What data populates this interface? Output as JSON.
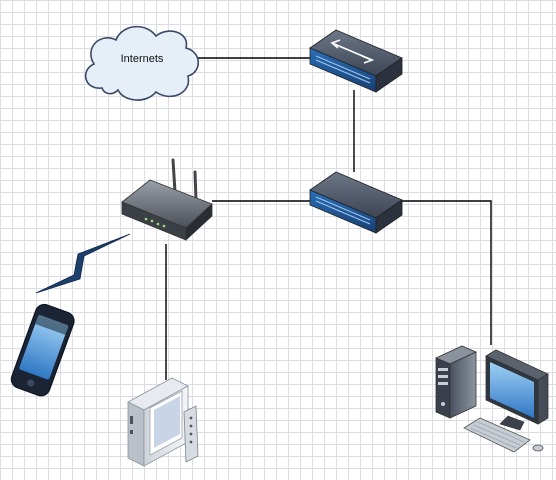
{
  "diagram": {
    "nodes": [
      {
        "id": "internet",
        "label": "Internets",
        "icon": "cloud-icon"
      },
      {
        "id": "switch-top",
        "label": "",
        "icon": "switch-icon"
      },
      {
        "id": "switch-middle",
        "label": "",
        "icon": "switch-icon"
      },
      {
        "id": "router",
        "label": "",
        "icon": "wireless-router-icon"
      },
      {
        "id": "smartphone",
        "label": "",
        "icon": "smartphone-icon"
      },
      {
        "id": "media-center",
        "label": "",
        "icon": "media-pc-icon"
      },
      {
        "id": "workstation",
        "label": "",
        "icon": "desktop-pc-icon"
      }
    ],
    "edges": [
      {
        "from": "internet",
        "to": "switch-top"
      },
      {
        "from": "switch-top",
        "to": "switch-middle"
      },
      {
        "from": "router",
        "to": "switch-middle"
      },
      {
        "from": "switch-middle",
        "to": "workstation"
      },
      {
        "from": "router",
        "to": "media-center"
      },
      {
        "from": "router",
        "to": "smartphone",
        "style": "wireless"
      }
    ],
    "colors": {
      "grid": "#dcdce6",
      "connector": "#000000",
      "cloud_fill": "#e6eef8",
      "cloud_stroke": "#3a4a66",
      "switch_body": "#3d4555",
      "switch_port_panel": "#1f4f8a",
      "screen_blue": "#3c8fd8"
    }
  }
}
